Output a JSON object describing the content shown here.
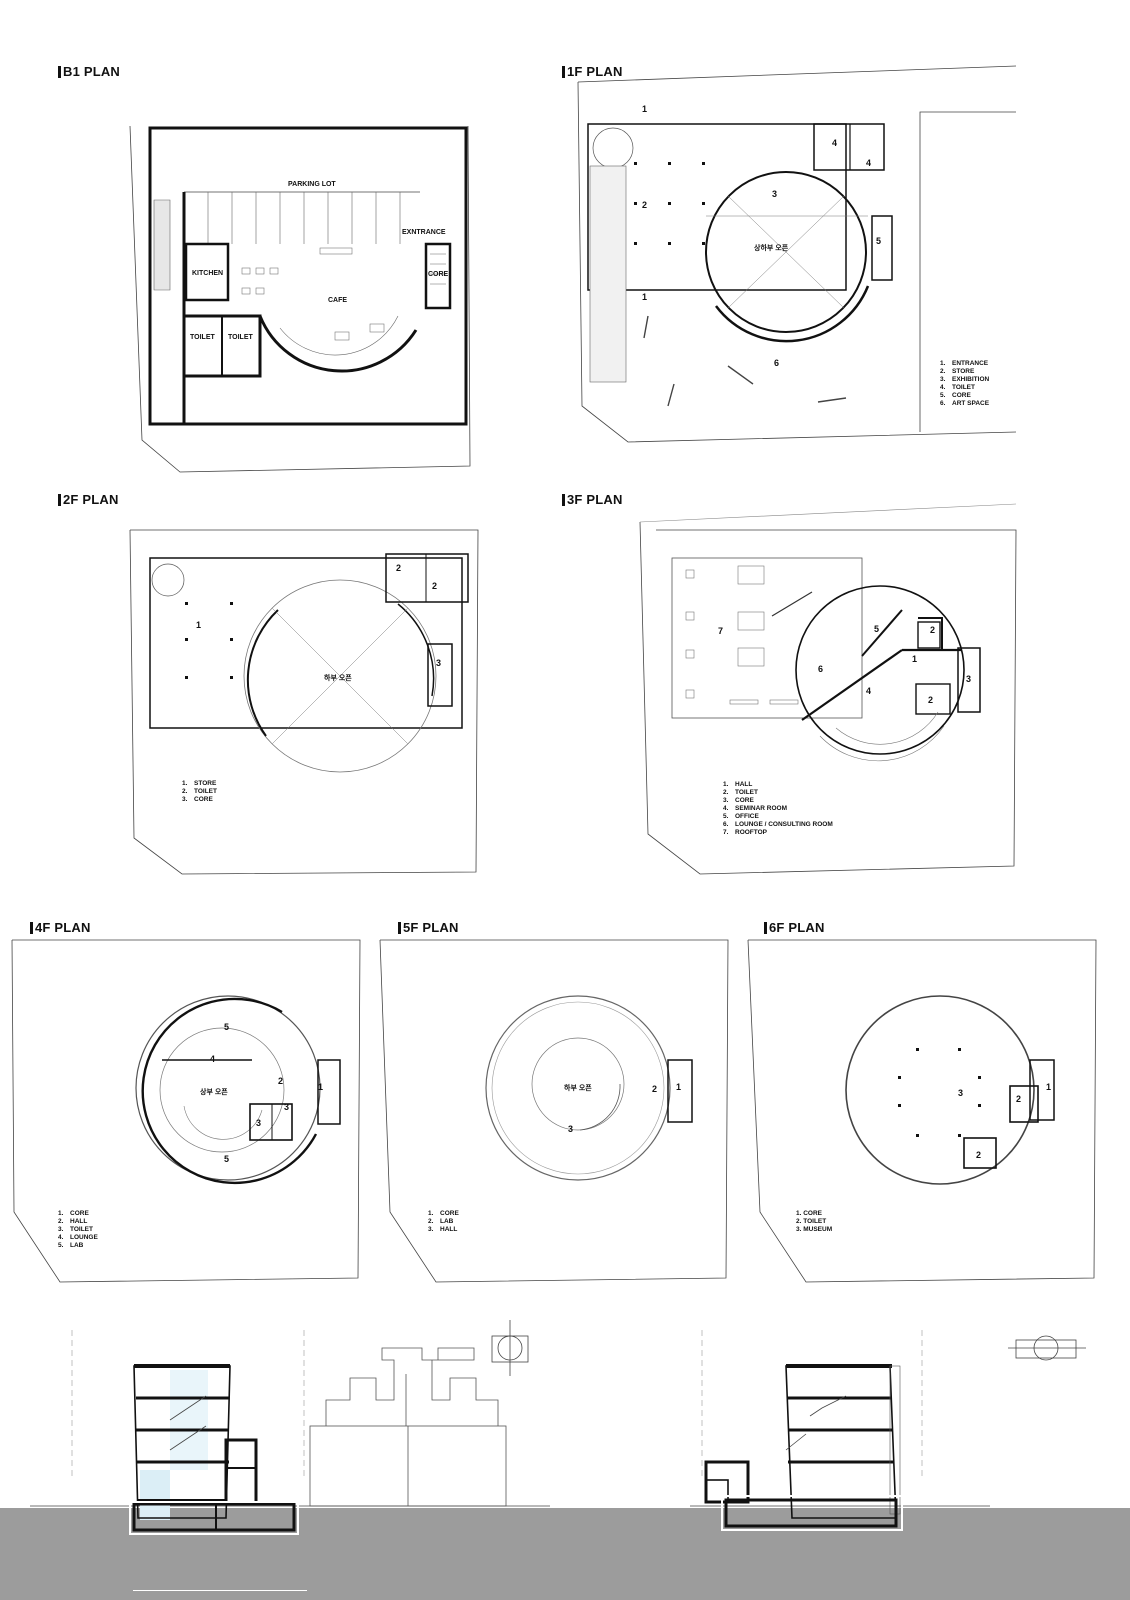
{
  "plans": {
    "b1": {
      "title": "B1 PLAN",
      "labels": {
        "parking": "PARKING LOT",
        "entrance": "EXNTRANCE",
        "kitchen": "KITCHEN",
        "cafe": "CAFE",
        "core": "CORE",
        "toilet_a": "TOILET",
        "toilet_b": "TOILET"
      }
    },
    "f1": {
      "title": "1F PLAN",
      "labels": {
        "void": "상하부 오픈"
      },
      "nums": [
        "1",
        "2",
        "1",
        "3",
        "4",
        "4",
        "5",
        "6"
      ],
      "legend": [
        {
          "n": "1.",
          "t": "ENTRANCE"
        },
        {
          "n": "2.",
          "t": "STORE"
        },
        {
          "n": "3.",
          "t": "EXHIBITION"
        },
        {
          "n": "4.",
          "t": "TOILET"
        },
        {
          "n": "5.",
          "t": "CORE"
        },
        {
          "n": "6.",
          "t": "ART SPACE"
        }
      ]
    },
    "f2": {
      "title": "2F PLAN",
      "labels": {
        "void": "하부 오픈"
      },
      "nums": [
        "1",
        "2",
        "2",
        "3"
      ],
      "legend": [
        {
          "n": "1.",
          "t": "STORE"
        },
        {
          "n": "2.",
          "t": "TOILET"
        },
        {
          "n": "3.",
          "t": "CORE"
        }
      ]
    },
    "f3": {
      "title": "3F PLAN",
      "nums": [
        "7",
        "5",
        "6",
        "4",
        "1",
        "2",
        "2",
        "3"
      ],
      "legend": [
        {
          "n": "1.",
          "t": "HALL"
        },
        {
          "n": "2.",
          "t": "TOILET"
        },
        {
          "n": "3.",
          "t": "CORE"
        },
        {
          "n": "4.",
          "t": "SEMINAR ROOM"
        },
        {
          "n": "5.",
          "t": "OFFICE"
        },
        {
          "n": "6.",
          "t": "LOUNGE / CONSULTING ROOM"
        },
        {
          "n": "7.",
          "t": "ROOFTOP"
        }
      ]
    },
    "f4": {
      "title": "4F PLAN",
      "labels": {
        "void": "상부 오픈"
      },
      "nums": [
        "5",
        "4",
        "2",
        "1",
        "3",
        "3",
        "5"
      ],
      "legend": [
        {
          "n": "1.",
          "t": "CORE"
        },
        {
          "n": "2.",
          "t": "HALL"
        },
        {
          "n": "3.",
          "t": "TOILET"
        },
        {
          "n": "4.",
          "t": "LOUNGE"
        },
        {
          "n": "5.",
          "t": "LAB"
        }
      ]
    },
    "f5": {
      "title": "5F PLAN",
      "labels": {
        "void": "하부 오픈"
      },
      "nums": [
        "1",
        "2",
        "3"
      ],
      "legend": [
        {
          "n": "1.",
          "t": "CORE"
        },
        {
          "n": "2.",
          "t": "LAB"
        },
        {
          "n": "3.",
          "t": "HALL"
        }
      ]
    },
    "f6": {
      "title": "6F PLAN",
      "nums": [
        "1",
        "3",
        "2",
        "2"
      ],
      "legend": [
        {
          "t": "1. CORE"
        },
        {
          "t": "2. TOILET"
        },
        {
          "t": "3. MUSEUM"
        }
      ]
    }
  },
  "colors": {
    "ink": "#111111",
    "ground": "#9c9c9c",
    "glass": "#dbeef6"
  }
}
